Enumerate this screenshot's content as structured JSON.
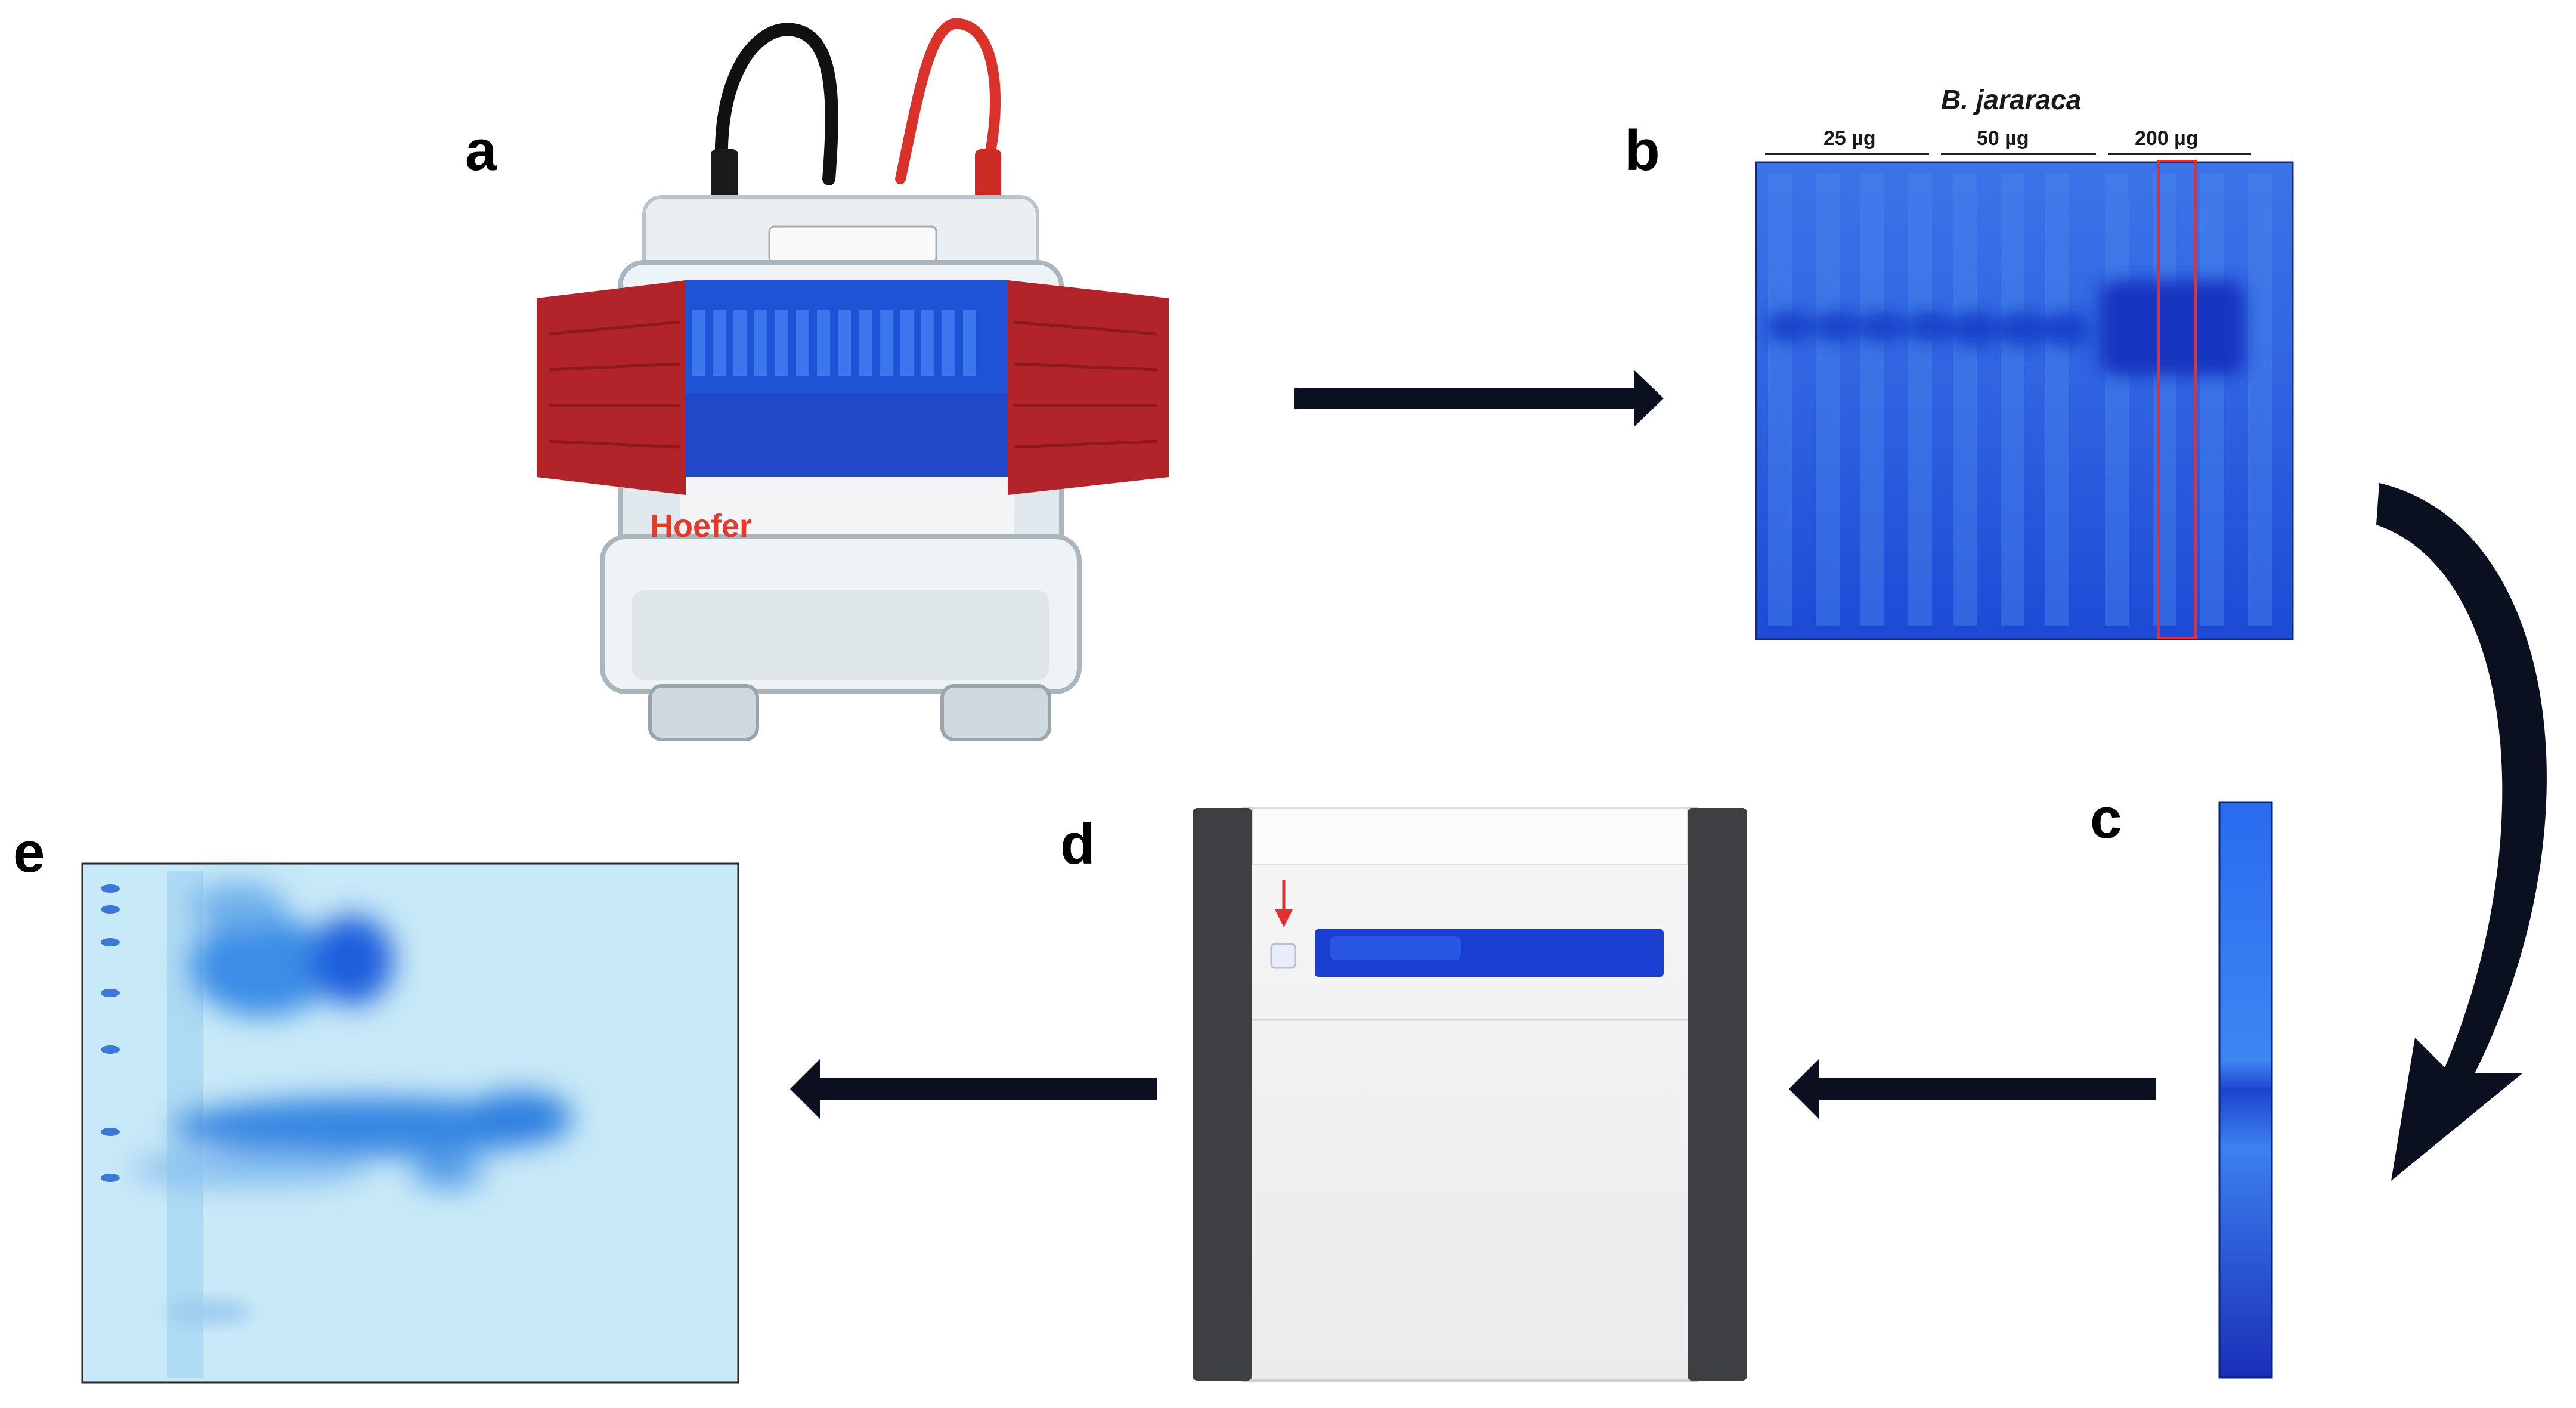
{
  "panels": {
    "a": {
      "letter": "a",
      "brand": "Hoefer"
    },
    "b": {
      "letter": "b",
      "title": "B. jararaca",
      "groups": [
        "25 µg",
        "50 µg",
        "200 µg"
      ]
    },
    "c": {
      "letter": "c"
    },
    "d": {
      "letter": "d"
    },
    "e": {
      "letter": "e"
    }
  },
  "colors": {
    "gel_blue": "#2f5fe0",
    "gel_light": "#c8e9f7",
    "band_blue": "#1a3fd0",
    "spot_blue": "#2e7fe0",
    "arrow_fill": "#0b1020",
    "frame_gray": "#3d3f43",
    "clamp_red": "#b2242a",
    "highlight_red": "#e03030"
  },
  "icons": {
    "arrow_a_to_b": "arrow-right-icon",
    "arrow_b_to_c": "curved-arrow-down-icon",
    "arrow_c_to_d": "arrow-left-icon",
    "arrow_d_to_e": "arrow-left-icon",
    "sample_marker": "red-arrow-down-icon"
  }
}
